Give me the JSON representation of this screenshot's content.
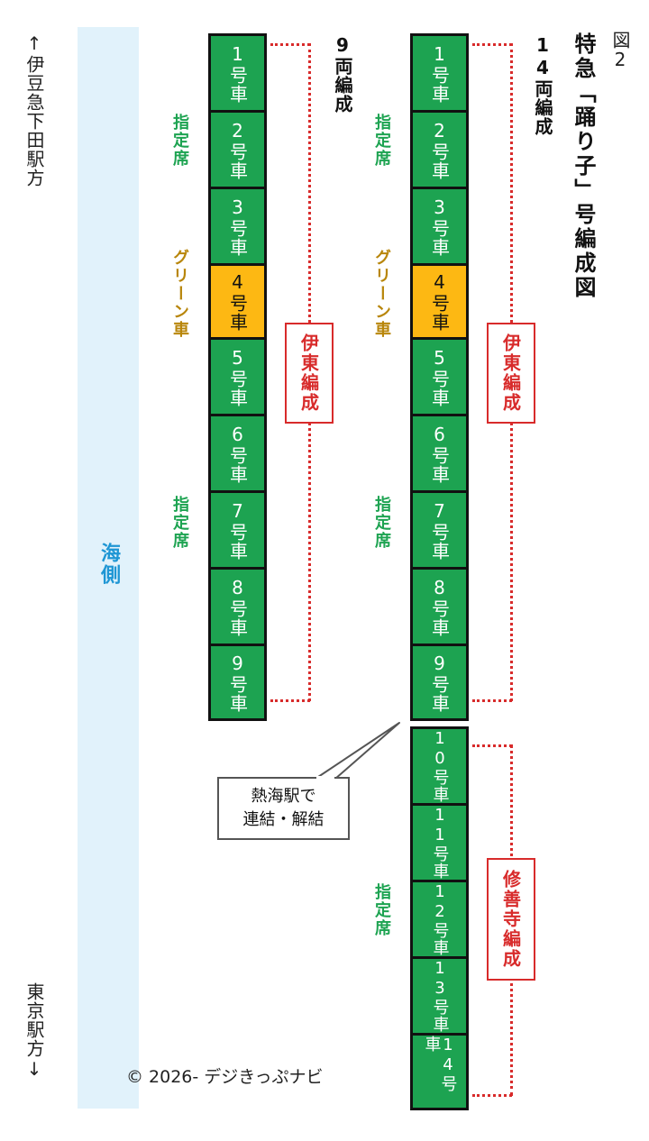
{
  "figure_label": "図2",
  "title": "特急「踊り子」号編成図",
  "direction_top": "↑伊豆急下田駅方",
  "direction_bottom": "東京駅方↓",
  "sea_side_label": "海側",
  "formation_9": {
    "label": "9両編成",
    "group_label": "伊東編成",
    "cars": [
      "1号車",
      "2号車",
      "3号車",
      "4号車",
      "5号車",
      "6号車",
      "7号車",
      "8号車",
      "9号車"
    ]
  },
  "formation_14": {
    "label": "14両編成",
    "group_label_ito": "伊東編成",
    "group_label_shuzenji": "修善寺編成",
    "cars": [
      "1号車",
      "2号車",
      "3号車",
      "4号車",
      "5号車",
      "6号車",
      "7号車",
      "8号車",
      "9号車",
      "10号車",
      "11号車",
      "12号車",
      "13号車",
      "14号車"
    ]
  },
  "seat_labels": {
    "reserved": "指定席",
    "green": "グリーン車"
  },
  "callout": {
    "line1": "熱海駅で",
    "line2": "連結・解結"
  },
  "copyright": "© 2026- デジきっぷナビ",
  "colors": {
    "reserved_car": "#1da351",
    "green_car": "#fdb813",
    "formation_line": "#d82b2b",
    "sea": "#e1f2fb",
    "sea_label": "#1e96d4",
    "reserved_label": "#1da351",
    "green_label": "#b8860b"
  }
}
